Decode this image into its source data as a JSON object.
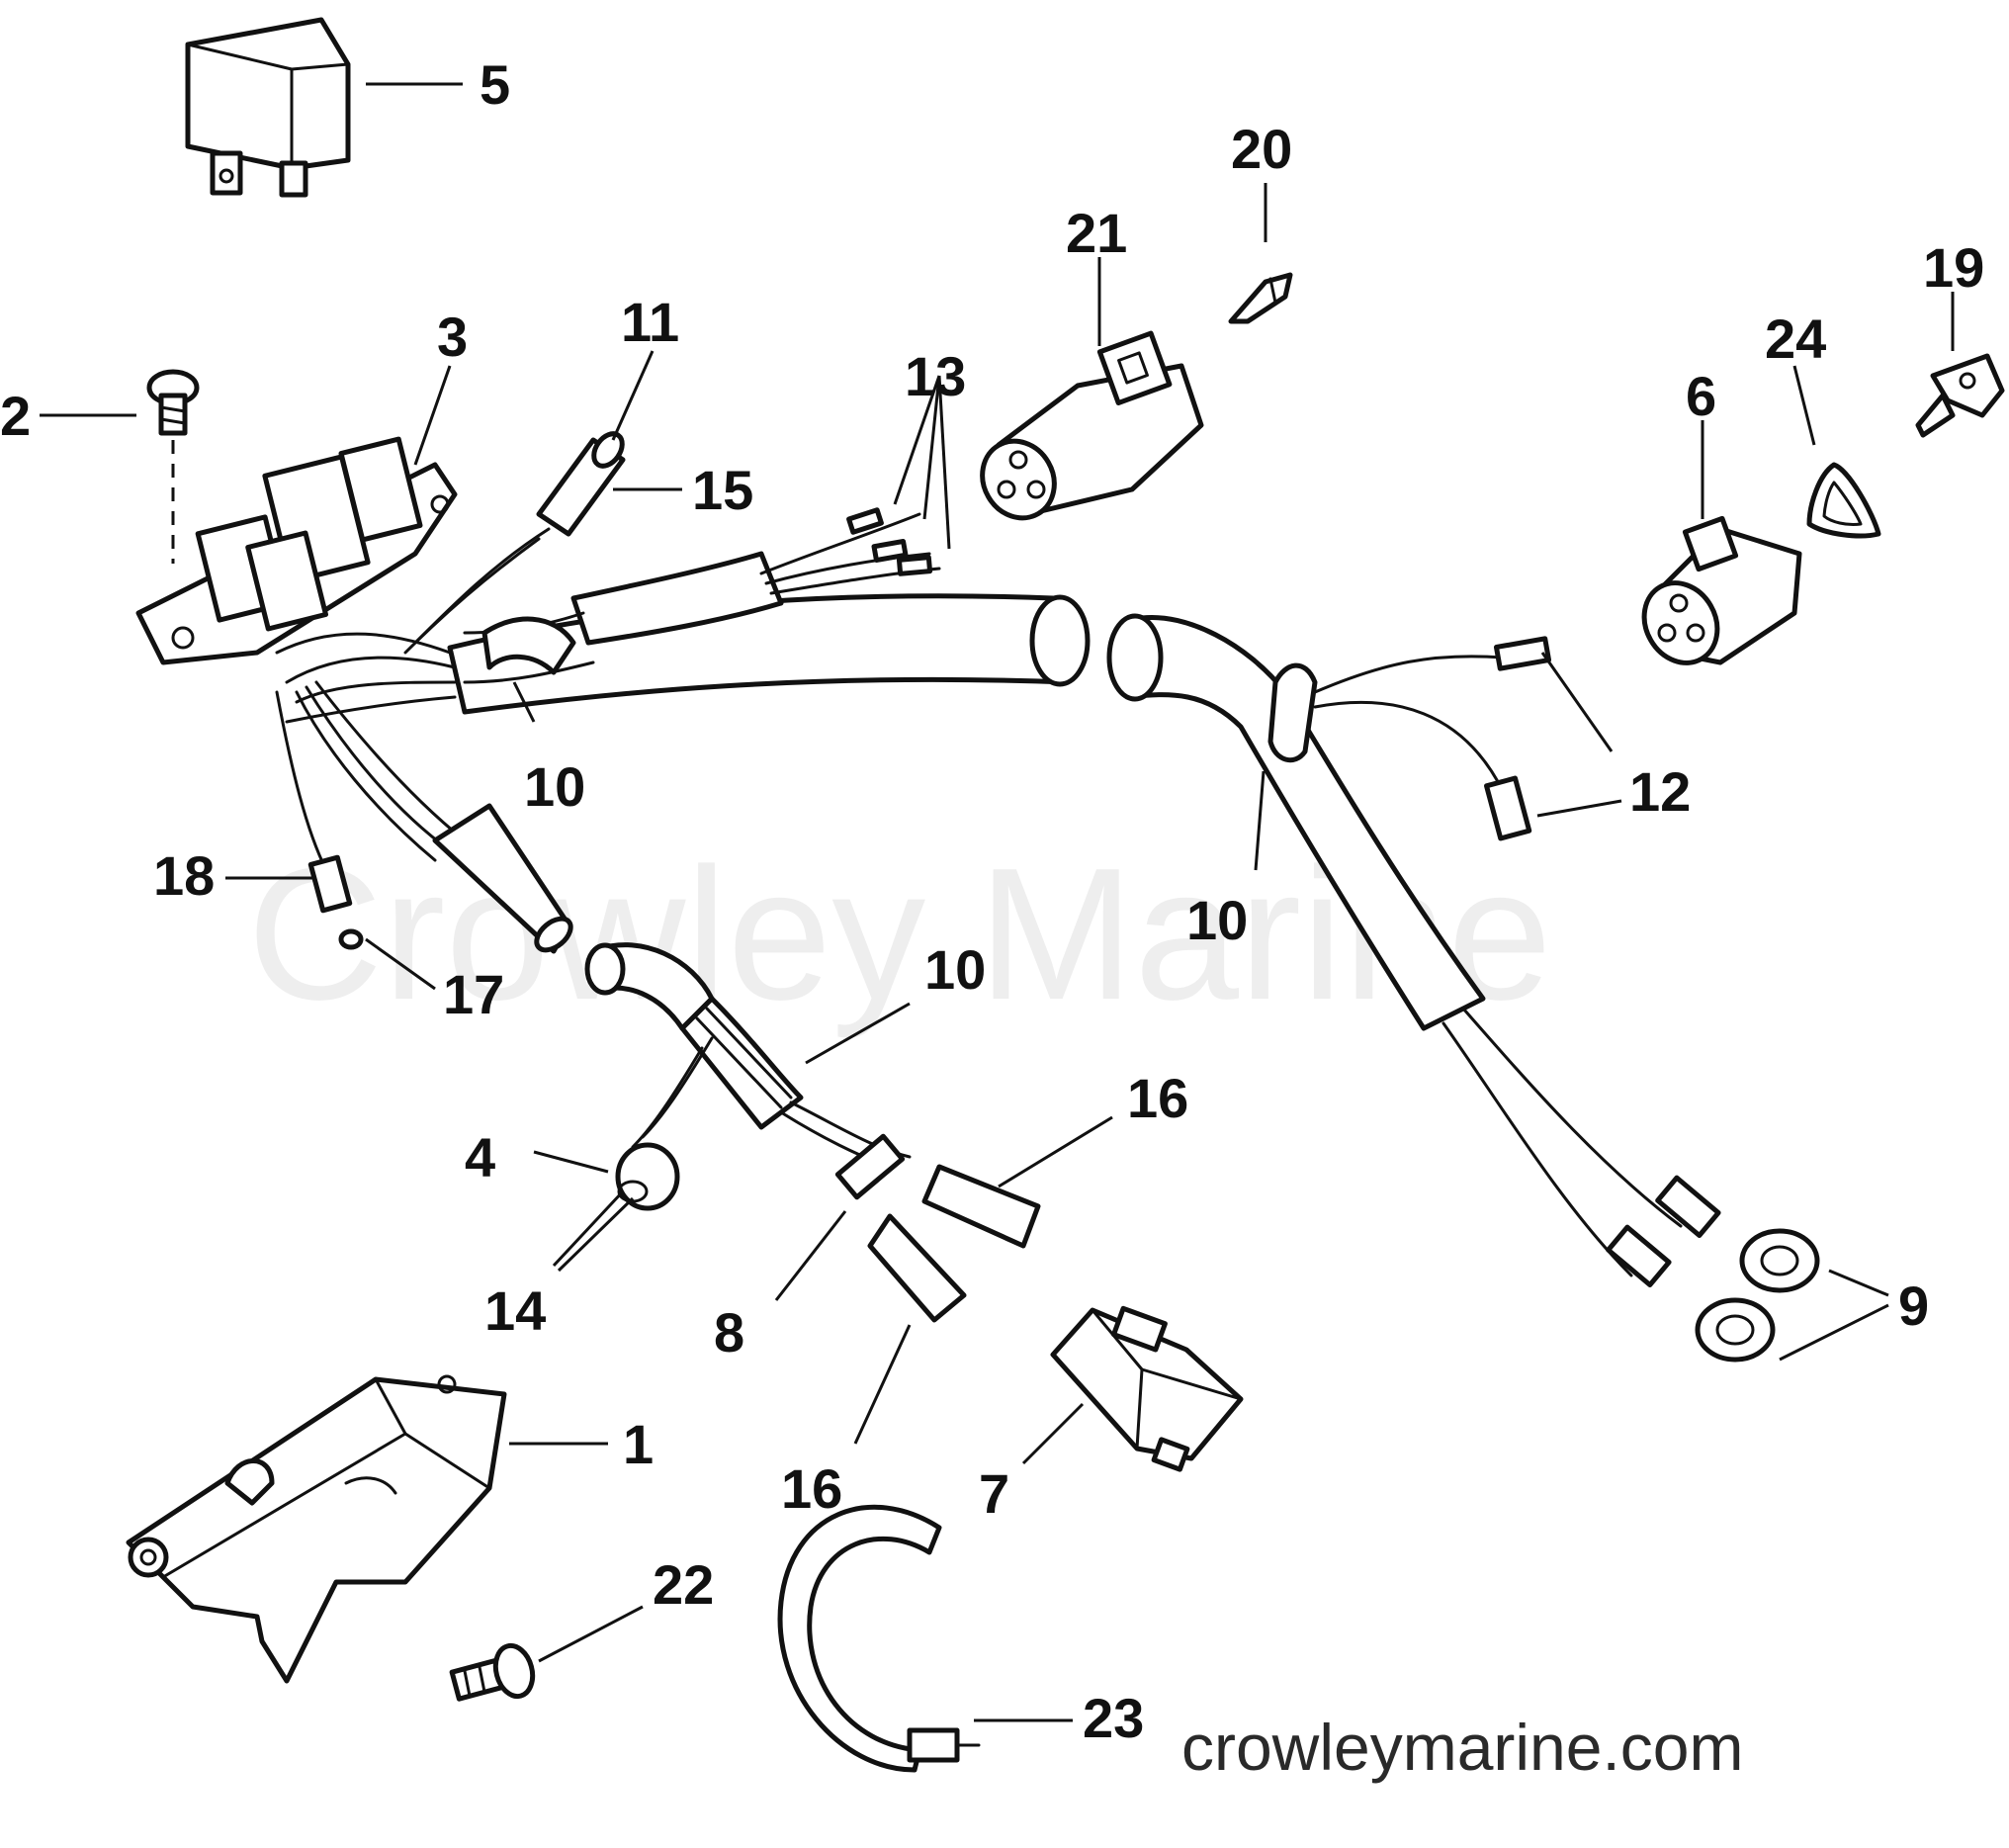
{
  "watermark_text": "Crowley Marine",
  "site_url": "crowleymarine.com",
  "callouts": {
    "c1": "1",
    "c2": "2",
    "c3": "3",
    "c4": "4",
    "c5": "5",
    "c6": "6",
    "c7": "7",
    "c8": "8",
    "c9": "9",
    "c10a": "10",
    "c10b": "10",
    "c10c": "10",
    "c11": "11",
    "c12": "12",
    "c13": "13",
    "c14": "14",
    "c15": "15",
    "c16a": "16",
    "c16b": "16",
    "c17": "17",
    "c18": "18",
    "c19": "19",
    "c20": "20",
    "c21": "21",
    "c22": "22",
    "c23": "23",
    "c24": "24"
  }
}
